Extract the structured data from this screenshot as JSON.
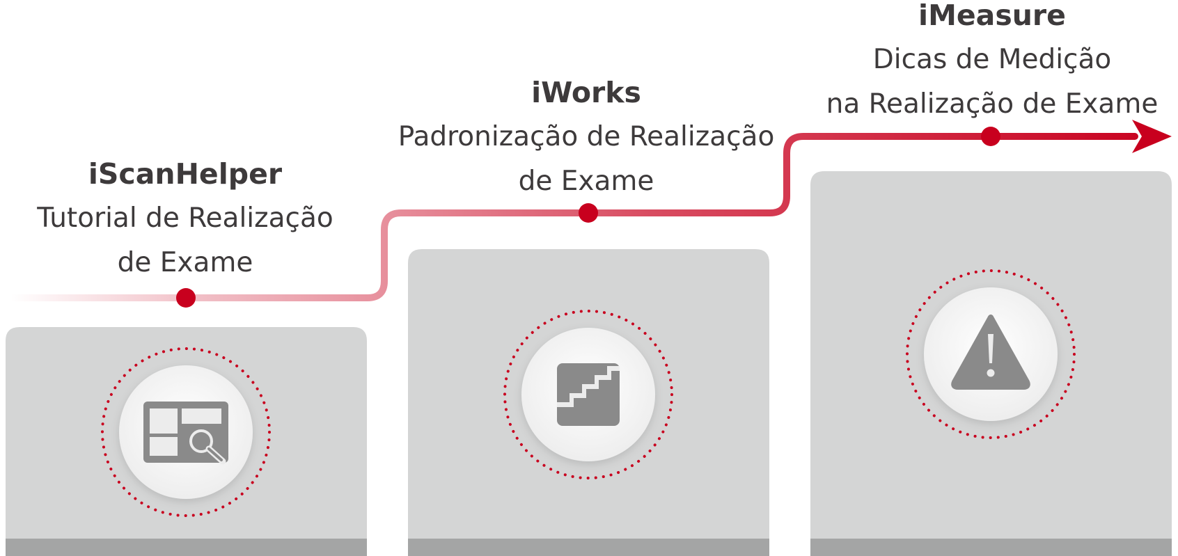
{
  "steps": [
    {
      "name": "iScanHelper",
      "desc_line1": "Tutorial de Realização",
      "desc_line2": "de Exame",
      "icon": "tutorial-scan-icon"
    },
    {
      "name": "iWorks",
      "desc_line1": "Padronização de Realização",
      "desc_line2": "de Exame",
      "icon": "stairs-icon"
    },
    {
      "name": "iMeasure",
      "desc_line1": "Dicas de Medição",
      "desc_line2": "na Realização de Exame",
      "icon": "warning-icon"
    }
  ],
  "colors": {
    "accent": "#c8001e",
    "panel": "#d4d5d5",
    "panel_base": "#a4a5a5",
    "icon": "#8a8a8a",
    "text": "#3d3a3b"
  }
}
